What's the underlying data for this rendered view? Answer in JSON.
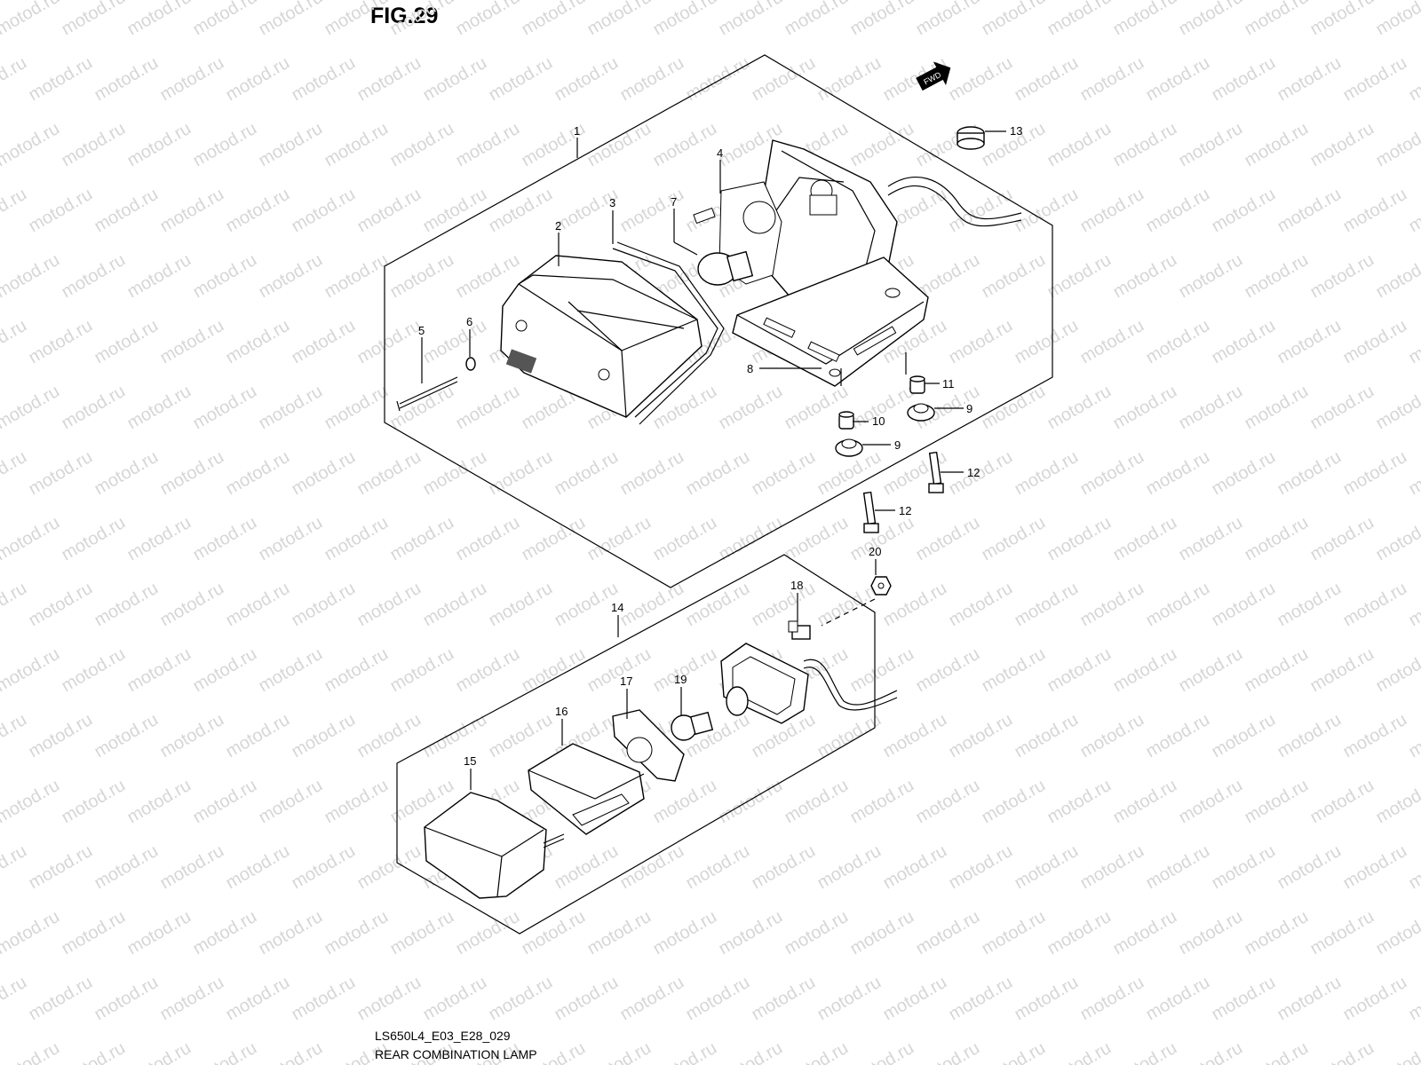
{
  "figure": {
    "title": "FIG.29",
    "code": "LS650L4_E03_E28_029",
    "caption": "REAR COMBINATION LAMP",
    "watermark": "motod.ru",
    "fwd_label": "FWD"
  },
  "callouts": [
    {
      "id": "c1",
      "label": "1"
    },
    {
      "id": "c2",
      "label": "2"
    },
    {
      "id": "c3",
      "label": "3"
    },
    {
      "id": "c4",
      "label": "4"
    },
    {
      "id": "c5",
      "label": "5"
    },
    {
      "id": "c6",
      "label": "6"
    },
    {
      "id": "c7",
      "label": "7"
    },
    {
      "id": "c8",
      "label": "8"
    },
    {
      "id": "c9a",
      "label": "9"
    },
    {
      "id": "c9b",
      "label": "9"
    },
    {
      "id": "c10",
      "label": "10"
    },
    {
      "id": "c11",
      "label": "11"
    },
    {
      "id": "c12a",
      "label": "12"
    },
    {
      "id": "c12b",
      "label": "12"
    },
    {
      "id": "c13",
      "label": "13"
    },
    {
      "id": "c14",
      "label": "14"
    },
    {
      "id": "c15",
      "label": "15"
    },
    {
      "id": "c16",
      "label": "16"
    },
    {
      "id": "c17",
      "label": "17"
    },
    {
      "id": "c18",
      "label": "18"
    },
    {
      "id": "c19",
      "label": "19"
    },
    {
      "id": "c20",
      "label": "20"
    }
  ]
}
